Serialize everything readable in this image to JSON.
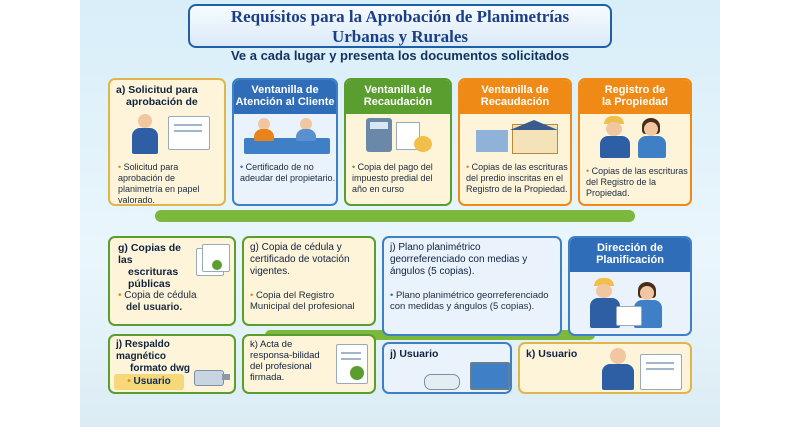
{
  "header": {
    "line1": "Requísitos para la Aprobación de Planimetrías",
    "line2": "Urbanas y Rurales"
  },
  "subtitle": "Ve a cada lugar y presenta los documentos solicitados",
  "a": {
    "title1": "a) Solicitud para",
    "title2": "aprobación de",
    "text": "Solicitud para aprobación de planimetría en papel valorado."
  },
  "b": {
    "head1": "Ventanilla de",
    "head2": "Atención al Cliente",
    "text": "Certificado de no adeudar del propietario."
  },
  "c": {
    "head1": "Ventanilla de",
    "head2": "Recaudación",
    "text": "Copia del pago del impuesto predial del año en curso"
  },
  "d": {
    "head1": "Ventanilla de",
    "head2": "Recaudación",
    "text": "Copias de las escrituras del predio inscritas en el Registro de la Propiedad."
  },
  "e": {
    "head1": "Registro de",
    "head2": "la Propiedad",
    "text": "Copias de las escrituras del Registro de la Propiedad."
  },
  "g": {
    "title1": "g) Copias de las",
    "title2": "escrituras",
    "title3": "públicas",
    "text1": "Copia de cédula",
    "text2": "del usuario."
  },
  "g2": {
    "title": "g) Copia de cédula y certificado de votación vigentes.",
    "text": "Copia del Registro Municipal del profesional"
  },
  "j1": {
    "title": "j) Plano planimétrico georreferenciado con medias y ángulos (5 copias).",
    "text": "Plano planimétrico georreferenciado con medidas y ángulos (5 copias)."
  },
  "dir": {
    "head1": "Dirección de",
    "head2": "Planificación"
  },
  "j2": {
    "title1": "j) Respaldo magnético",
    "title2": "formato dwg",
    "user": "Usuario"
  },
  "k1": {
    "title": "k) Acta de responsa-bilidad del profesional firmada."
  },
  "j3": {
    "title": "j) Usuario"
  },
  "k2": {
    "title": "k) Usuario"
  },
  "colors": {
    "blue": "#2f6db8",
    "green": "#5a9e2f",
    "orange": "#ef8a17",
    "yellow": "#f2c04a"
  }
}
